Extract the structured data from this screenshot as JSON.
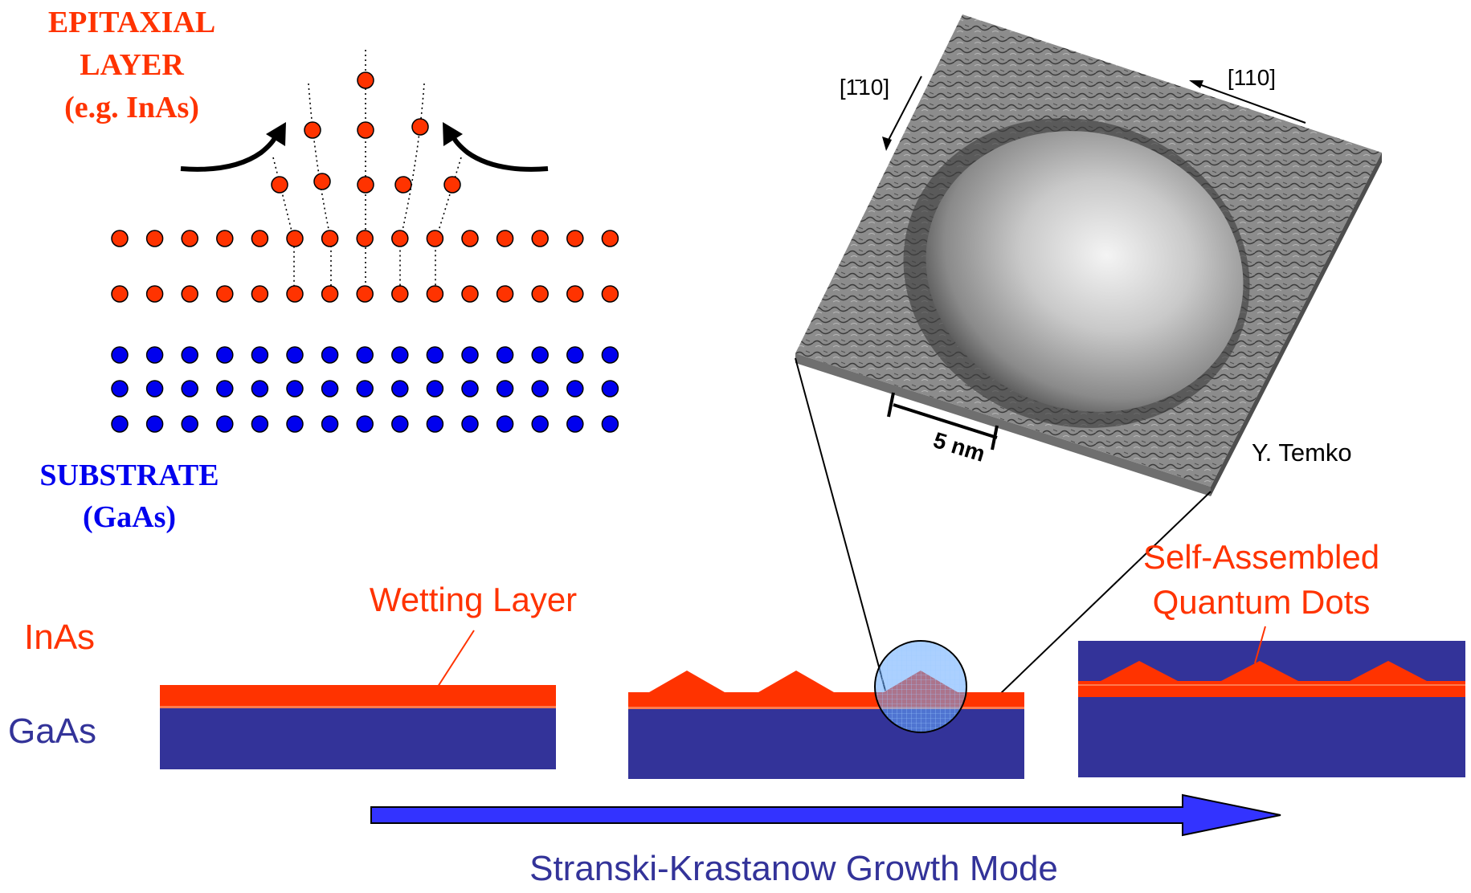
{
  "atomic_model": {
    "epitaxial_label": [
      "EPITAXIAL",
      "LAYER",
      "(e.g. InAs)"
    ],
    "substrate_label": [
      "SUBSTRATE",
      "(GaAs)"
    ],
    "epitaxial_color": "#ff3300",
    "substrate_color": "#0000ee"
  },
  "stm_image": {
    "dir_label_1": "[1̄10]",
    "dir_label_2": "[110]",
    "scale_bar": "5 nm",
    "credit": "Y. Temko"
  },
  "growth": {
    "inas_label": "InAs",
    "gaas_label": "GaAs",
    "wetting_layer_label": "Wetting Layer",
    "qd_label": [
      "Self-Assembled",
      "Quantum Dots"
    ],
    "caption": "Stranski-Krastanow Growth Mode",
    "inas_color": "#ff3300",
    "gaas_color": "#333399",
    "label_color": "#ff3300",
    "caption_color": "#333399",
    "arrow_color": "#3333ff"
  }
}
